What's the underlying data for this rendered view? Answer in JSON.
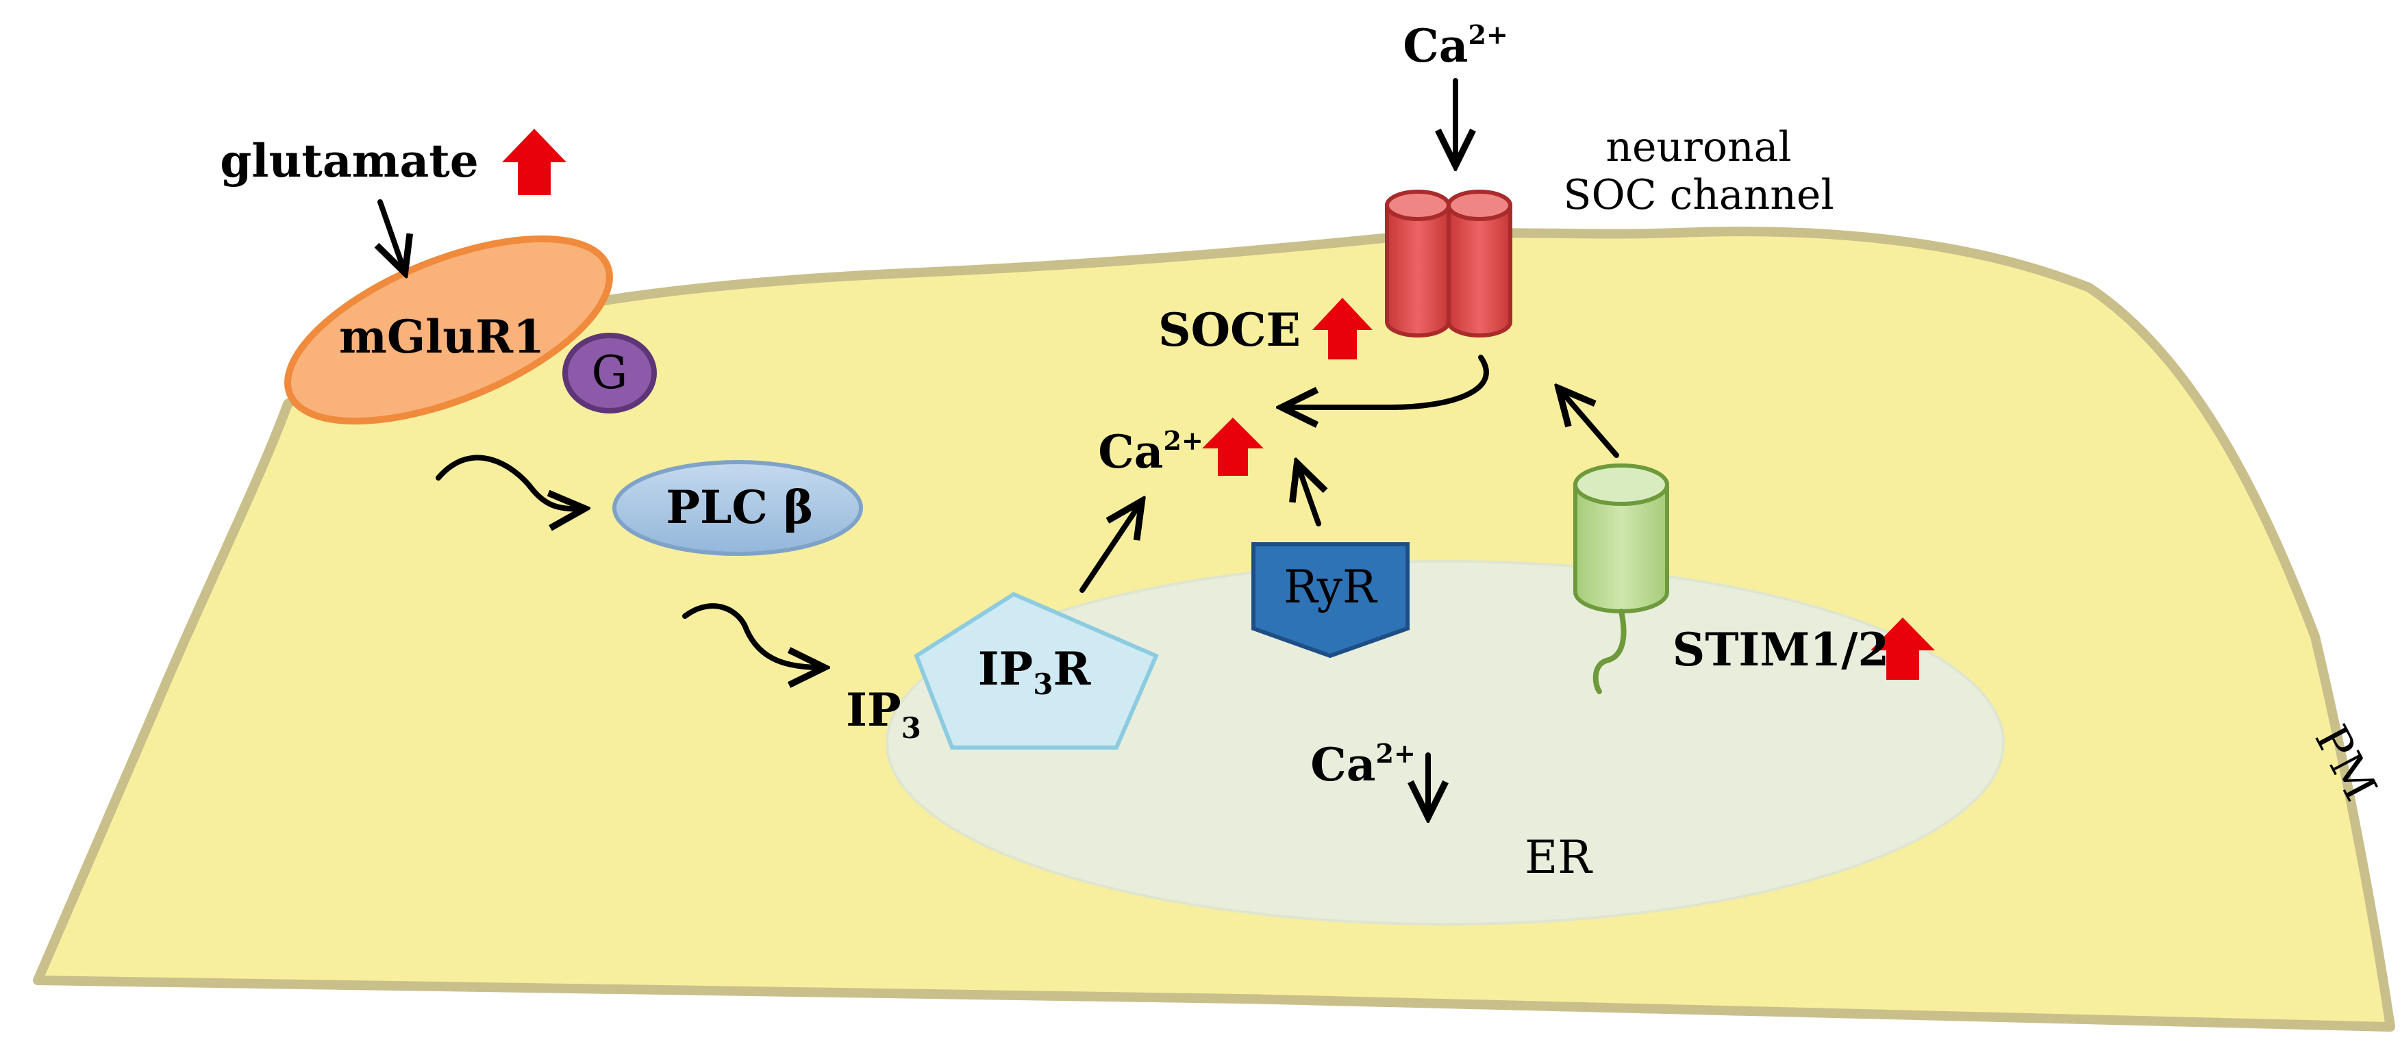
{
  "labels": {
    "glutamate": "glutamate",
    "mglur1": "mGluR1",
    "g_protein": "G",
    "plc": "PLC β",
    "ip3": {
      "base": "IP",
      "sub": "3"
    },
    "ip3r": {
      "base": "IP",
      "sub": "3",
      "tail": "R"
    },
    "ryr": "RyR",
    "ca_top": {
      "base": "Ca",
      "sup": "2+"
    },
    "ca_mid": {
      "base": "Ca",
      "sup": "2+"
    },
    "ca_er": {
      "base": "Ca",
      "sup": "2+"
    },
    "soce": "SOCE",
    "soc_channel": {
      "line1": "neuronal",
      "line2": "SOC channel"
    },
    "stim": "STIM1/2",
    "er": "ER",
    "pm": "PM"
  },
  "colors": {
    "cell_fill": "#f7ef9e",
    "membrane": "#c9bf8a",
    "er_fill": "#e9eedc",
    "mglur1_fill": "#f9b27a",
    "mglur1_stroke": "#f08a3c",
    "g_fill": "#8c5aa8",
    "plc_fill": "#a9c6e3",
    "ip3r_fill": "#cfeaf3",
    "ryr_fill": "#2f73b7",
    "soc_fill": "#e05050",
    "stim_fill": "#b8d88e",
    "up_arrow": "#e8000b"
  },
  "icons": {
    "increase": "red-up-arrow-icon",
    "decrease": "black-down-arrow-icon"
  }
}
